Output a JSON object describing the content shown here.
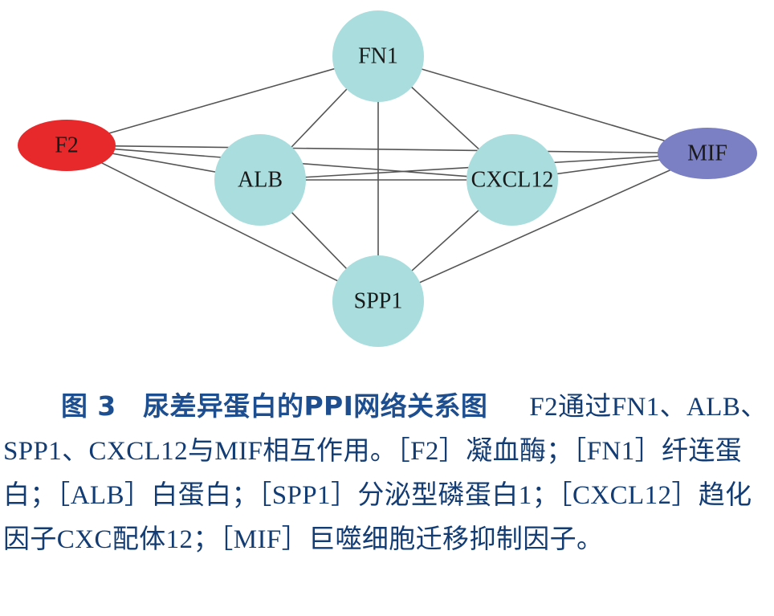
{
  "diagram": {
    "nodes": [
      {
        "id": "FN1",
        "label": "FN1",
        "color": "#aadddd",
        "shape": "circle"
      },
      {
        "id": "F2",
        "label": "F2",
        "color": "#e8292c",
        "shape": "ellipse"
      },
      {
        "id": "ALB",
        "label": "ALB",
        "color": "#aadddd",
        "shape": "circle"
      },
      {
        "id": "CXCL12",
        "label": "CXCL12",
        "color": "#aadddd",
        "shape": "circle"
      },
      {
        "id": "MIF",
        "label": "MIF",
        "color": "#7b7fc4",
        "shape": "ellipse"
      },
      {
        "id": "SPP1",
        "label": "SPP1",
        "color": "#aadddd",
        "shape": "circle"
      }
    ],
    "edges": [
      [
        "F2",
        "FN1"
      ],
      [
        "F2",
        "ALB"
      ],
      [
        "F2",
        "CXCL12"
      ],
      [
        "F2",
        "SPP1"
      ],
      [
        "F2",
        "MIF"
      ],
      [
        "FN1",
        "ALB"
      ],
      [
        "FN1",
        "CXCL12"
      ],
      [
        "FN1",
        "SPP1"
      ],
      [
        "FN1",
        "MIF"
      ],
      [
        "ALB",
        "CXCL12"
      ],
      [
        "ALB",
        "SPP1"
      ],
      [
        "ALB",
        "MIF"
      ],
      [
        "CXCL12",
        "SPP1"
      ],
      [
        "CXCL12",
        "MIF"
      ],
      [
        "SPP1",
        "MIF"
      ]
    ],
    "edge_color": "#555555"
  },
  "caption": {
    "figure_title": "图 3　尿差异蛋白的PPI网络关系图",
    "body": "F2通过FN1、ALB、SPP1、CXCL12与MIF相互作用。［F2］凝血酶；［FN1］纤连蛋白；［ALB］白蛋白；［SPP1］分泌型磷蛋白1；［CXCL12］趋化因子CXC配体12；［MIF］巨噬细胞迁移抑制因子。"
  }
}
